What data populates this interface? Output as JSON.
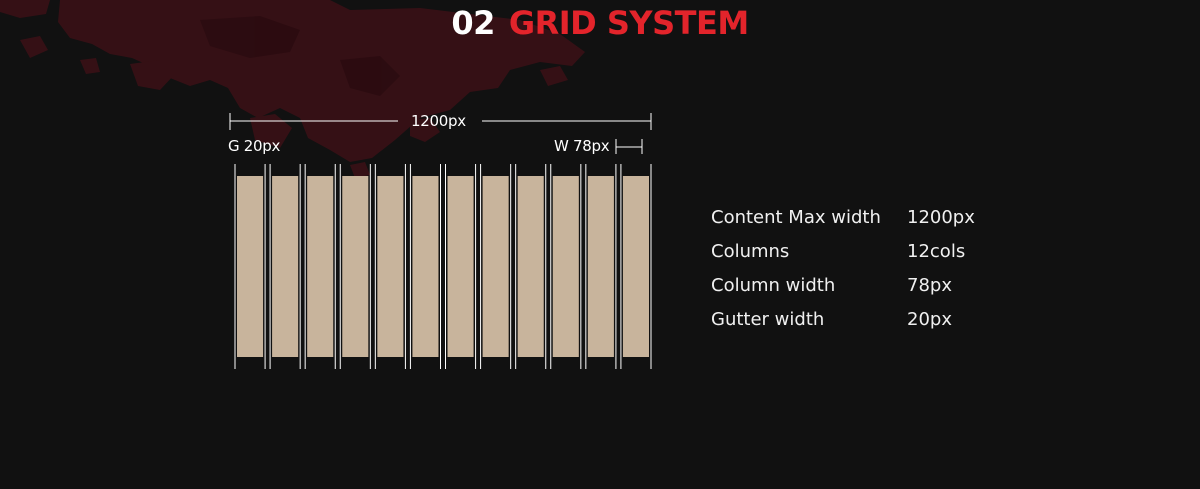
{
  "header": {
    "number": "02",
    "title": "GRID SYSTEM"
  },
  "diagram": {
    "total_width_label": "1200px",
    "gutter_label": "G 20px",
    "column_label": "W 78px",
    "column_count": 12,
    "column_color": "#c8b49c"
  },
  "specs": [
    {
      "key": "Content Max width",
      "value": "1200px"
    },
    {
      "key": "Columns",
      "value": "12cols"
    },
    {
      "key": "Column width",
      "value": "78px"
    },
    {
      "key": "Gutter width",
      "value": "20px"
    }
  ],
  "colors": {
    "background": "#111111",
    "accent": "#e3242b",
    "splatter": "#3a1016"
  }
}
